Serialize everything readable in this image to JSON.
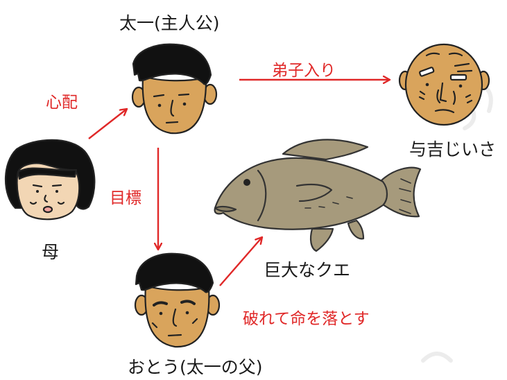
{
  "colors": {
    "relation": "#e02828",
    "skin": "#d9a45c",
    "hair": "#111111",
    "fish": "#a69a7c",
    "outline": "#222222"
  },
  "nodes": {
    "taichi": {
      "label": "太一(主人公)",
      "icon": "taichi-face-icon"
    },
    "yokichi": {
      "label": "与吉じいさ",
      "icon": "old-man-face-icon"
    },
    "mother": {
      "label": "母",
      "icon": "mother-face-icon"
    },
    "father": {
      "label": "おとう(太一の父)",
      "icon": "father-face-icon"
    },
    "kue": {
      "label": "巨大なクエ",
      "icon": "grouper-fish-icon"
    }
  },
  "relations": {
    "apprentice": "弟子入り",
    "worry": "心配",
    "goal": "目標",
    "defeated": "破れて命を落とす"
  }
}
